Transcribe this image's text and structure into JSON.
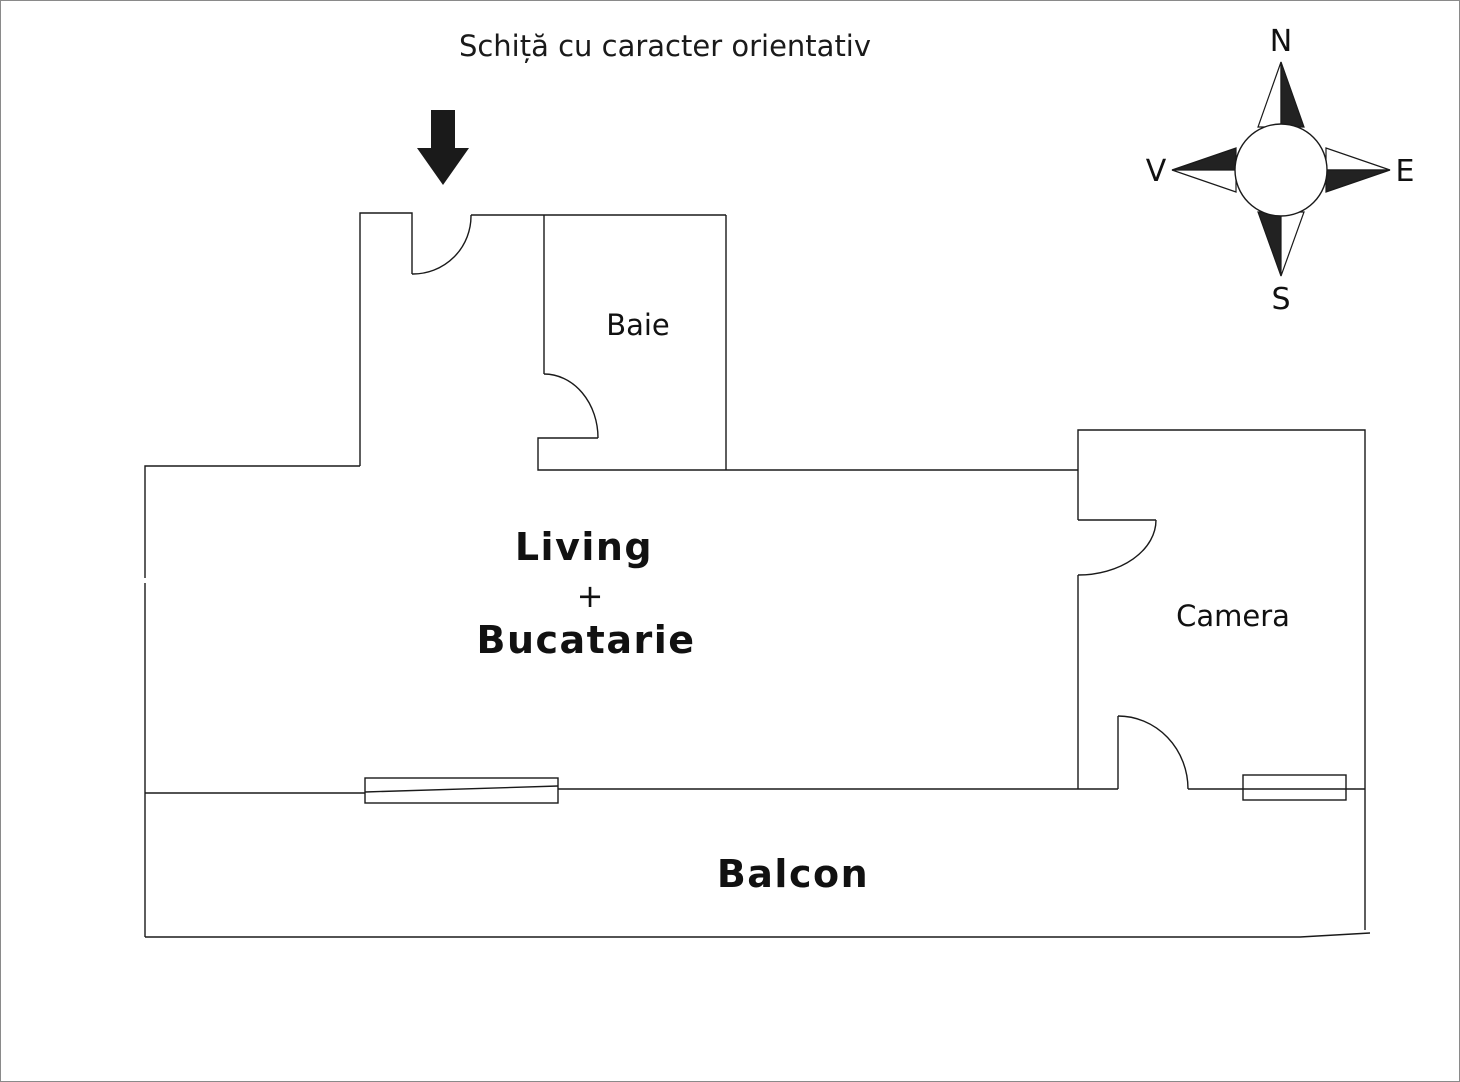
{
  "title": "Schiță cu caracter orientativ",
  "rooms": {
    "baie": "Baie",
    "living_line1": "Living",
    "living_plus": "+",
    "living_line2": "Bucatarie",
    "camera": "Camera",
    "balcon": "Balcon"
  },
  "compass": {
    "north": "N",
    "east": "E",
    "south": "S",
    "west": "V"
  },
  "colors": {
    "line": "#1a1a1a",
    "fill_dark": "#222222",
    "background": "#ffffff"
  }
}
